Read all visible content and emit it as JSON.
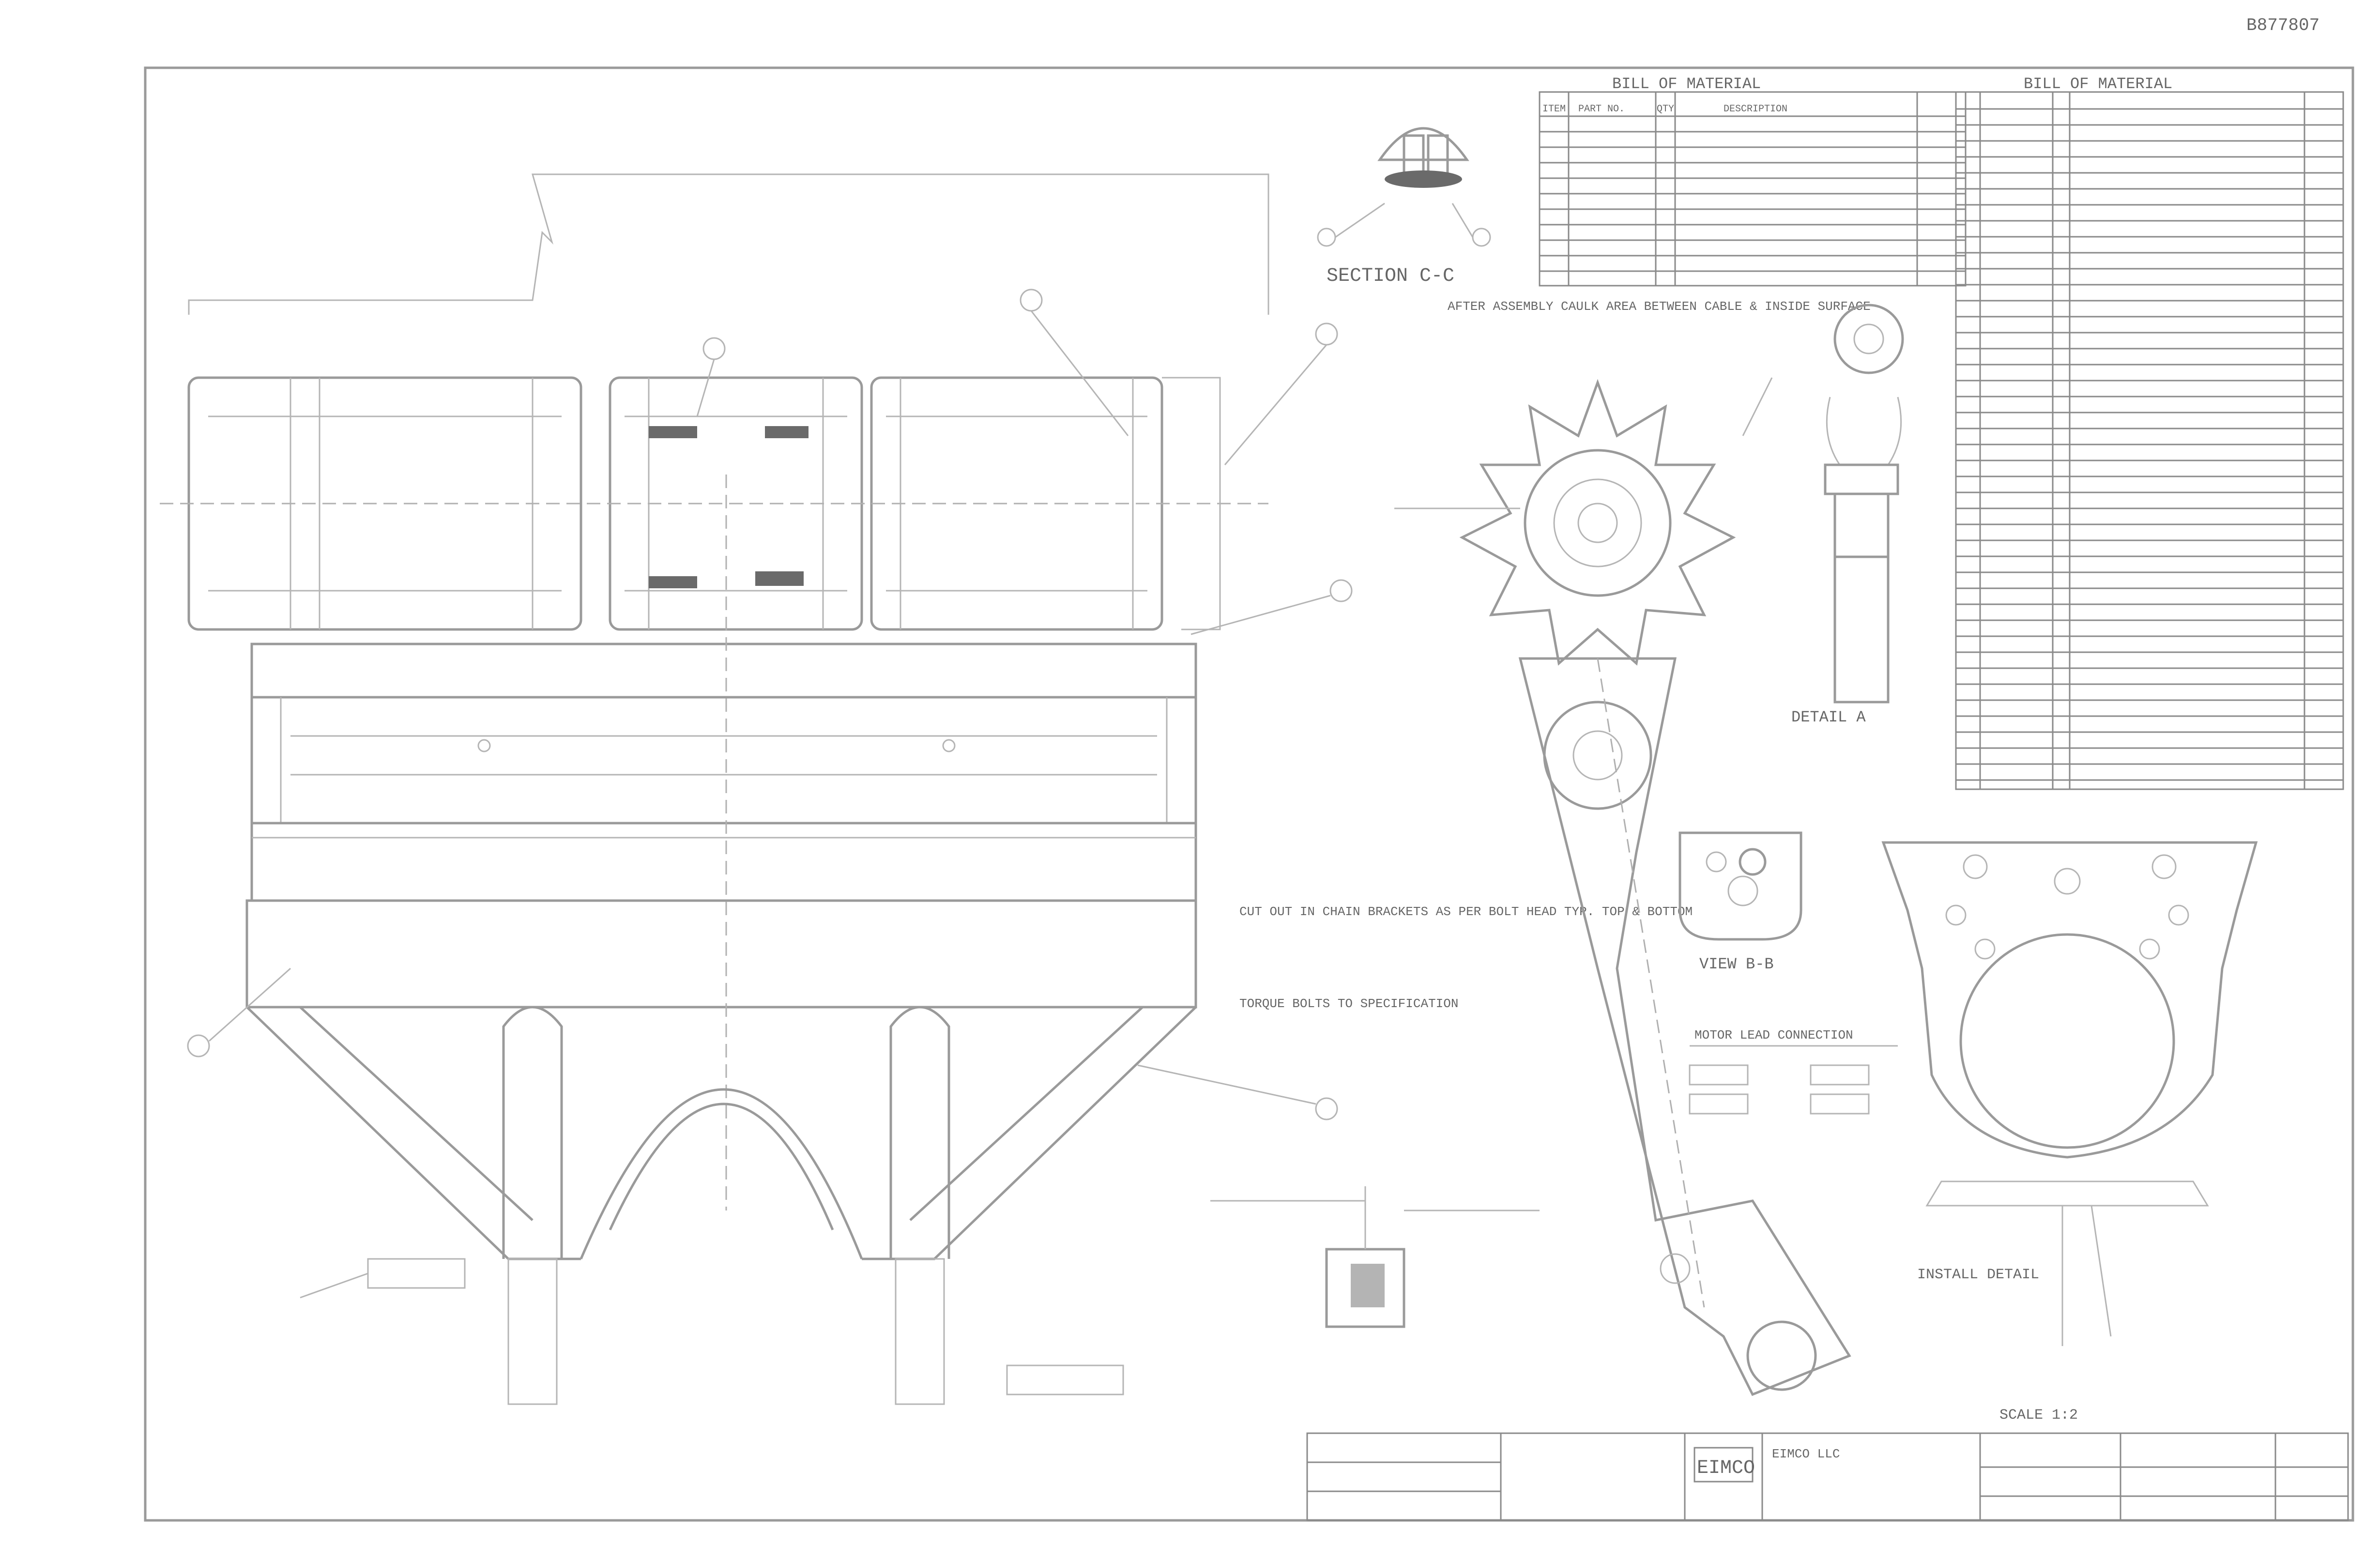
{
  "drawing": {
    "doc_number": "B877807",
    "section_c": "SECTION C-C",
    "view_b": "VIEW B-B",
    "detail_a": "DETAIL A",
    "note_caulk": "AFTER ASSEMBLY CAULK AREA BETWEEN CABLE & INSIDE SURFACE",
    "note_cutout": "CUT OUT IN CHAIN BRACKETS AS PER BOLT HEAD TYP. TOP & BOTTOM",
    "note_torque": "TORQUE BOLTS TO SPECIFICATION",
    "note_install": "INSTALL DETAIL",
    "table_caption": "MOTOR LEAD CONNECTION",
    "scale_note": "SCALE 1:2",
    "company": "EIMCO",
    "company_sub": "EIMCO LLC"
  },
  "bom_left": {
    "title": "BILL OF MATERIAL",
    "headers": [
      "ITEM",
      "PART NO.",
      "QTY",
      "DESCRIPTION"
    ]
  },
  "bom_right": {
    "title": "BILL OF MATERIAL"
  },
  "icons": {
    "logo": "eimco-logo-icon"
  },
  "colors": {
    "line": "#9a9a9a",
    "paper": "#ffffff"
  }
}
